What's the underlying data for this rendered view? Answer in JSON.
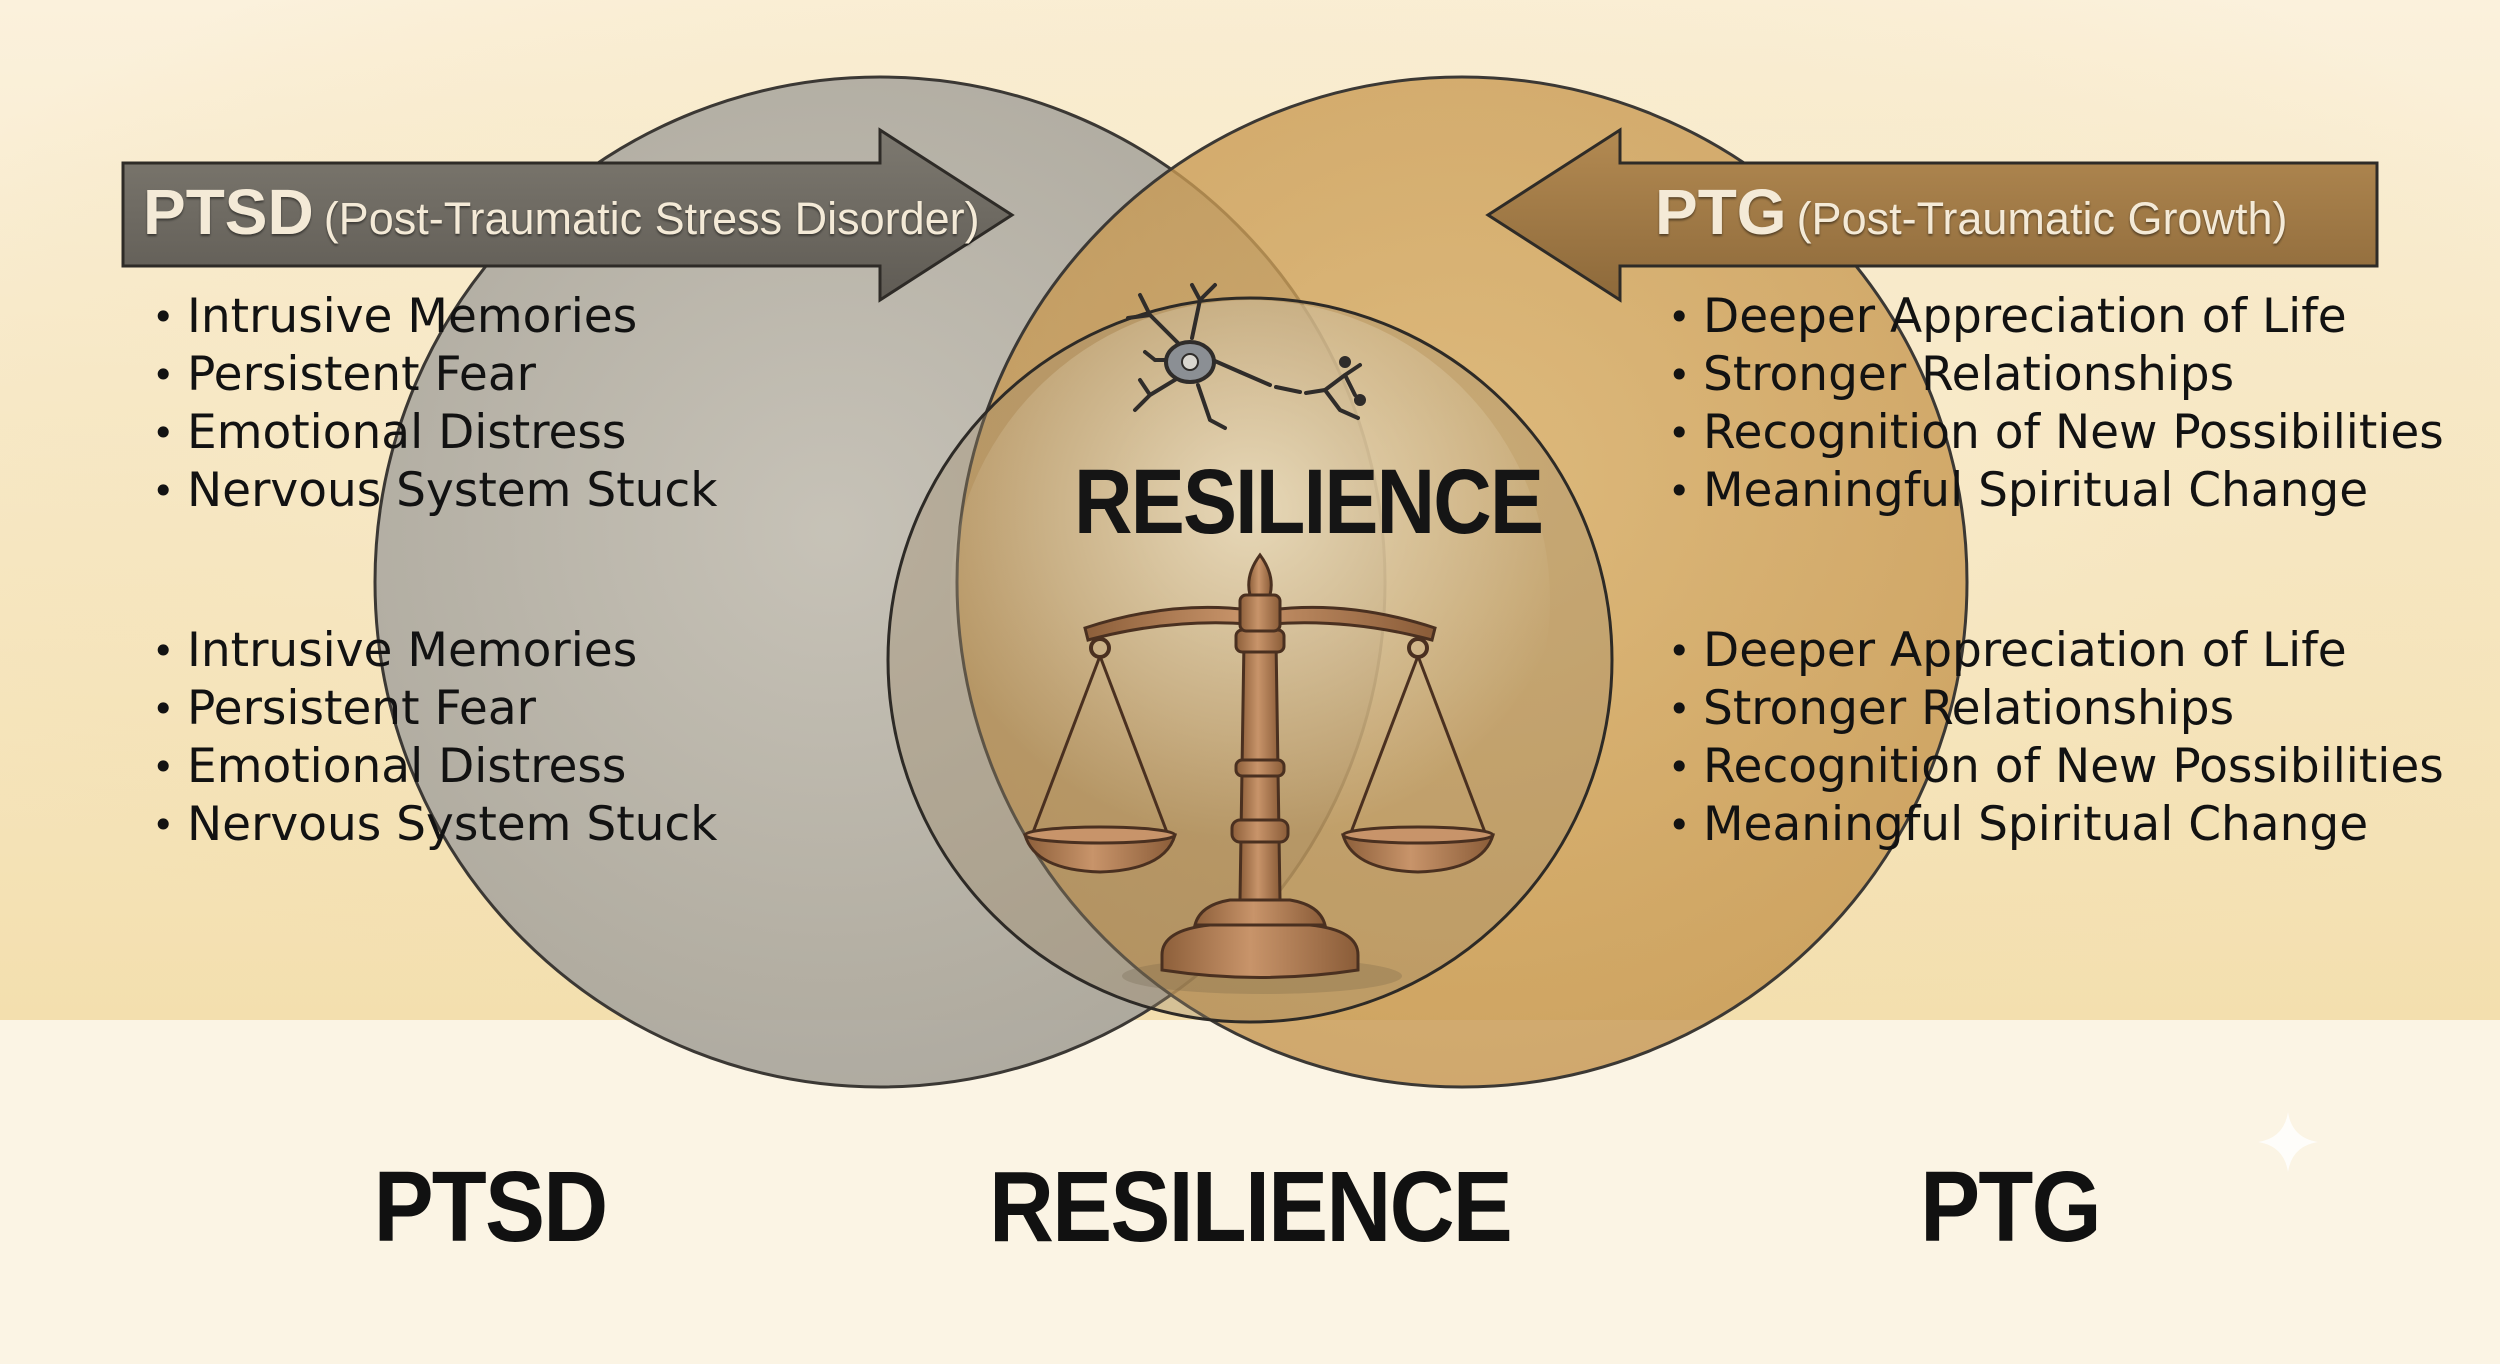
{
  "colors": {
    "background_top": "#f6e8c3",
    "background_bottom": "#fbf4e4",
    "ptsd_circle": "#b0aca2",
    "ptg_circle": "#c89a4f",
    "resilience_circle": "#a08a68",
    "ptsd_banner": "#6f6b63",
    "ptg_banner": "#9a7543",
    "scale": "#a8784e",
    "text": "#121212"
  },
  "ptsd": {
    "abbr": "PTSD",
    "full": "(Post-Traumatic Stress Disorder)",
    "items_upper": [
      "Intrusive Memories",
      "Persistent Fear",
      "Emotional Distress",
      "Nervous System Stuck"
    ],
    "items_lower": [
      "Intrusive Memories",
      "Persistent Fear",
      "Emotional Distress",
      "Nervous System Stuck"
    ]
  },
  "ptg": {
    "abbr": "PTG",
    "full": "(Post-Traumatic Growth)",
    "items_upper": [
      "Deeper Appreciation of Life",
      "Stronger Relationships",
      "Recognition of New Possibilities",
      "Meaningful Spiritual Change"
    ],
    "items_lower": [
      "Deeper Appreciation of Life",
      "Stronger Relationships",
      "Recognition of New Possibilities",
      "Meaningful Spiritual Change"
    ]
  },
  "center": {
    "title": "RESILIENCE",
    "icons": [
      "neuron-icon",
      "balance-scale-icon"
    ]
  },
  "footer": {
    "left": "PTSD",
    "center": "RESILIENCE",
    "right": "PTG"
  }
}
